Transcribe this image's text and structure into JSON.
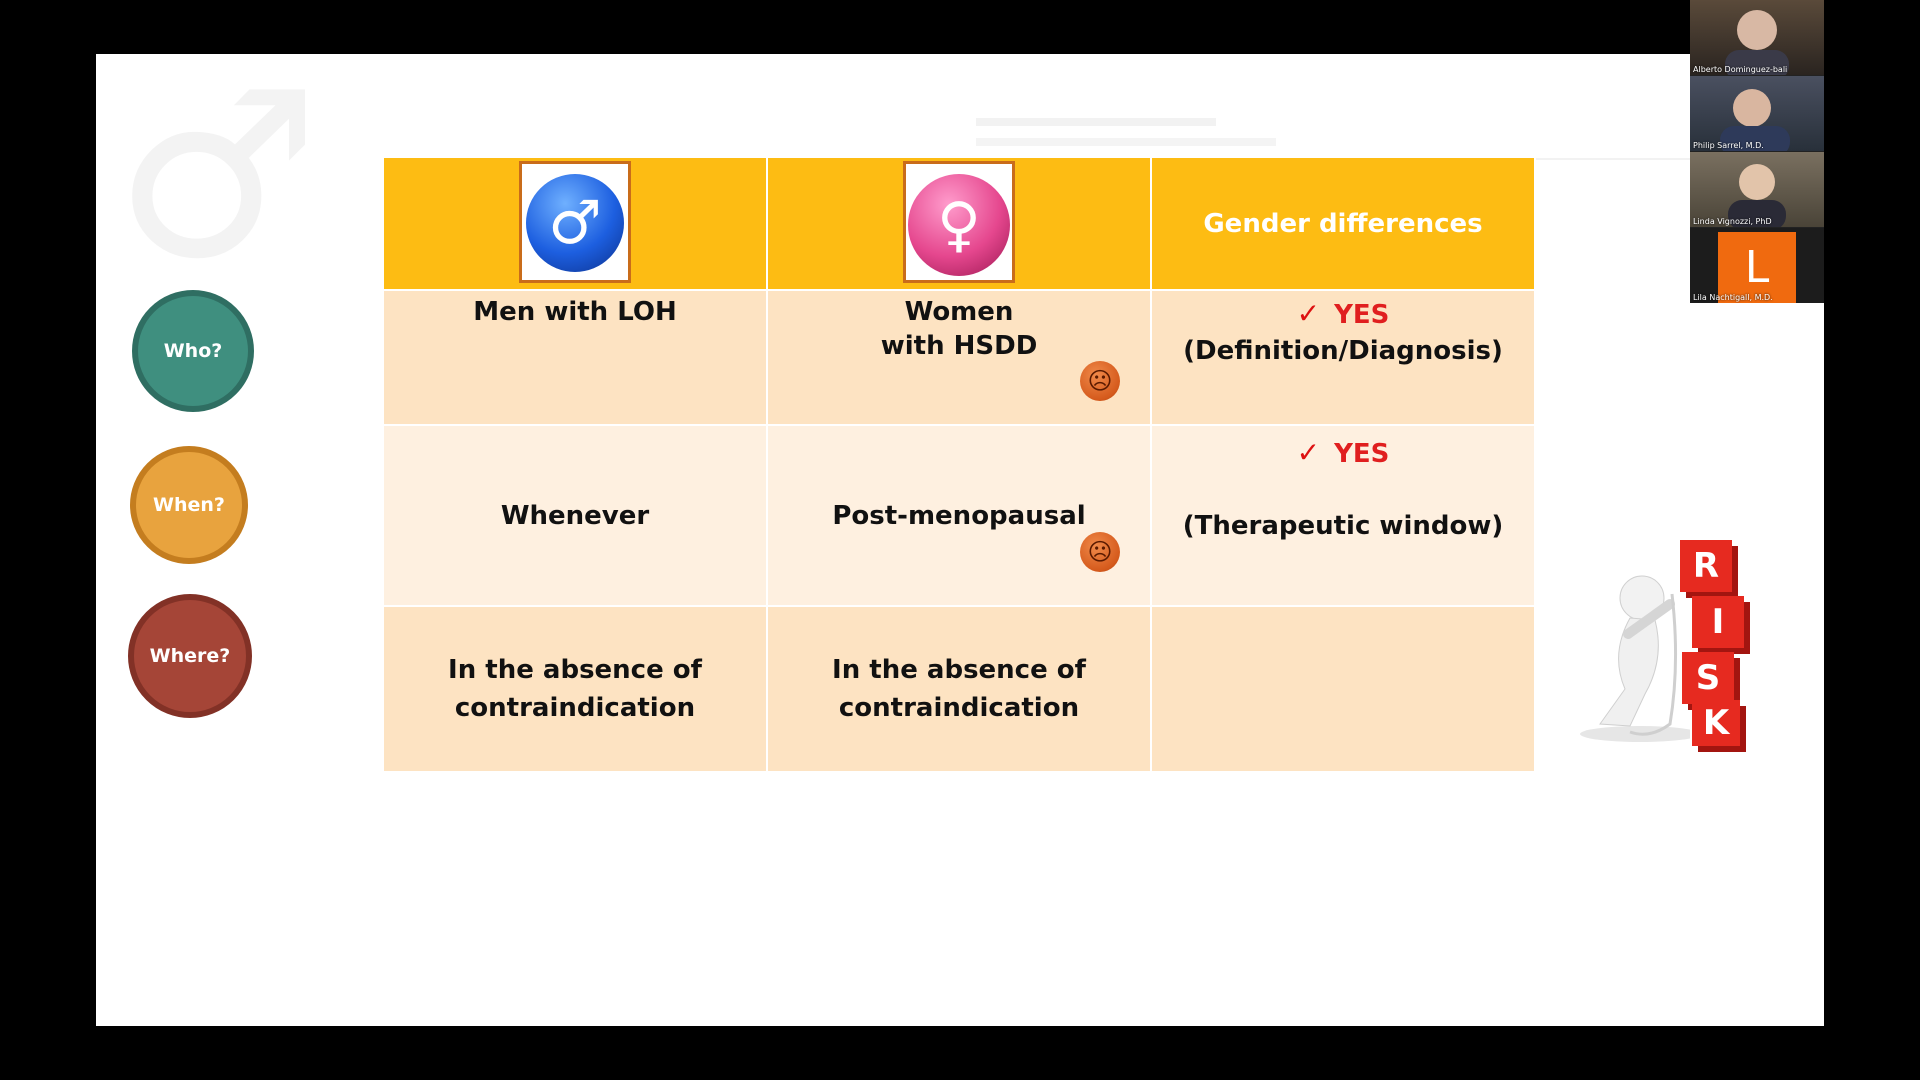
{
  "slide": {
    "watermark": "♂",
    "headers": {
      "col3": "Gender differences"
    },
    "icons": {
      "male": "male-symbol-icon",
      "female": "female-symbol-icon"
    },
    "row_labels": {
      "who": "Who?",
      "when": "When?",
      "where": "Where?"
    },
    "rows": [
      {
        "men": "Men with LOH",
        "women_line1": "Women",
        "women_line2": "with HSDD",
        "diff_yes": "YES",
        "diff_note": "(Definition/Diagnosis)"
      },
      {
        "men": "Whenever",
        "women": "Post-menopausal",
        "diff_yes": "YES",
        "diff_note": "(Therapeutic window)"
      },
      {
        "men_line1": "In the absence of",
        "men_line2": "contraindication",
        "women_line1": "In the absence of",
        "women_line2": "contraindication",
        "diff": ""
      }
    ],
    "risk_letters": [
      "R",
      "I",
      "S",
      "K"
    ]
  },
  "participants": [
    {
      "name": "Alberto Dominguez-bali"
    },
    {
      "name": "Philip Sarrel, M.D."
    },
    {
      "name": "Linda Vignozzi, PhD"
    },
    {
      "name": "Lila Nachtigall, M.D.",
      "initial": "L"
    }
  ],
  "colors": {
    "header": "#fdbc13",
    "row_dark": "#fde3c2",
    "row_light": "#fef0e0",
    "yes": "#e01f1f"
  }
}
